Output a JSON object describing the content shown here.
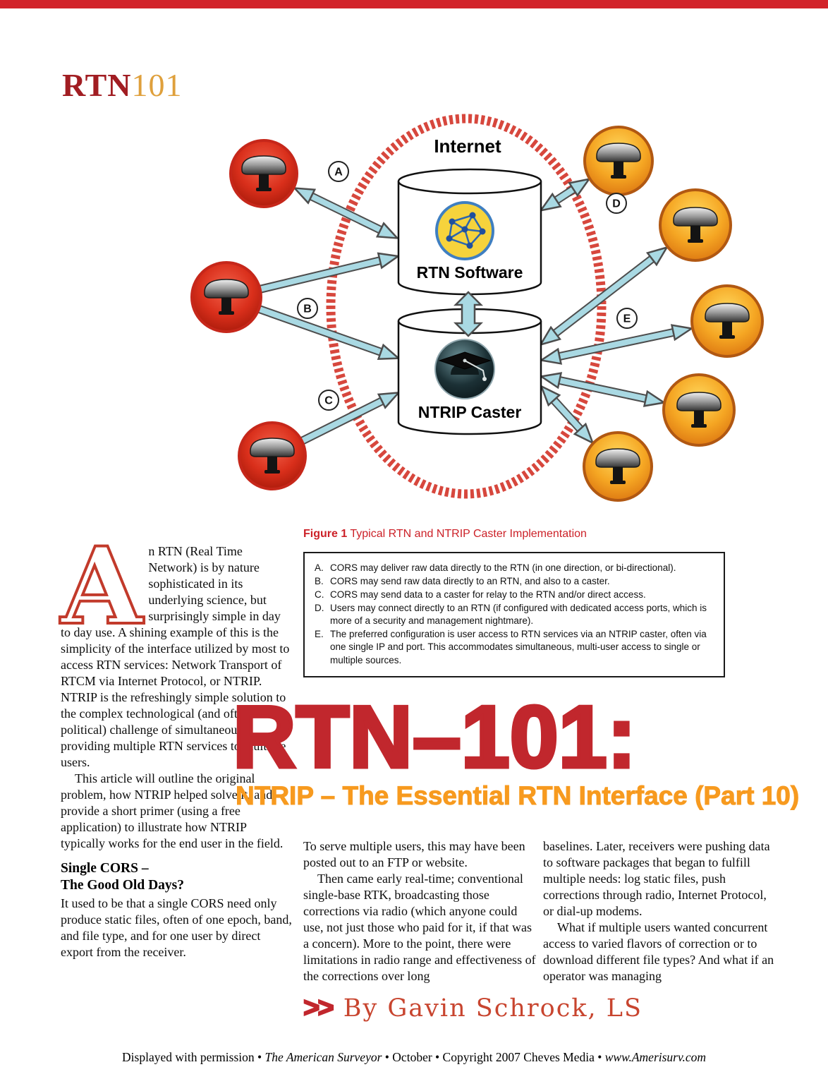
{
  "header": {
    "brand_rtn": "RTN",
    "brand_101": "101"
  },
  "colors": {
    "headline_red": "#c1272d",
    "subtitle_orange": "#f79a1f",
    "brand_maroon": "#a11d22",
    "brand_gold": "#dfa03c",
    "top_bar_red": "#d2232a",
    "figure_caption_red": "#cc2128",
    "arrow_blue": "#a9d9e3",
    "ring_red": "#d7473d"
  },
  "diagram": {
    "internet_label": "Internet",
    "rtn_software_label": "RTN Software",
    "ntrip_caster_label": "NTRIP Caster",
    "badges": [
      "A",
      "B",
      "C",
      "D",
      "E"
    ],
    "icons": {
      "rtn_software": "network-globe-icon",
      "ntrip_caster": "graduation-cap-icon",
      "left_nodes": "gnss-antenna-red-icon",
      "right_nodes": "gnss-antenna-orange-icon"
    }
  },
  "figure": {
    "label": "Figure 1",
    "caption": "Typical RTN and NTRIP Caster Implementation"
  },
  "legend": {
    "items": [
      {
        "key": "A.",
        "text": "CORS may deliver raw data directly to the RTN (in one direction, or bi-directional)."
      },
      {
        "key": "B.",
        "text": "CORS may send raw data directly to an RTN, and also to a caster."
      },
      {
        "key": "C.",
        "text": "CORS may send data to a caster for relay to the RTN and/or direct access."
      },
      {
        "key": "D.",
        "text": "Users may connect directly to an RTN (if configured with dedicated access ports, which is more of a security and management nightmare)."
      },
      {
        "key": "E.",
        "text": "The preferred configuration is user access to RTN services via an NTRIP caster, often via one single IP and port. This accommodates simultaneous, multi-user access to single or multiple sources."
      }
    ]
  },
  "article": {
    "dropcap": "A",
    "left_col": {
      "p1": "n RTN (Real Time Network) is by nature sophisticated in its underlying science, but surprisingly simple in day to day use. A shining example of this is the simplicity of the interface utilized by most to access RTN services: Network Transport of RTCM via Internet Protocol, or NTRIP. NTRIP is the refreshingly simple solution to the complex technological (and often political) challenge of simultaneously providing multiple RTN services to multiple users.",
      "p2": "This article will outline the original problem, how NTRIP helped solve it, and provide a short primer (using a free application) to illustrate how NTRIP typically works for the end user in the field.",
      "heading_line1": "Single CORS –",
      "heading_line2": "The Good Old Days?",
      "p3": "It used to be that a single CORS need only produce static files, often of one epoch, band, and file type, and for one user by direct export from the receiver."
    },
    "mid_col": {
      "p1": "To serve multiple users, this may have been posted out to an FTP or website.",
      "p2": "Then came early real-time; conventional single-base RTK, broadcasting those corrections via radio (which anyone could use, not just those who paid for it, if that was a concern). More to the point, there were limitations in radio range and effectiveness of the corrections over long"
    },
    "right_col": {
      "p1": "baselines. Later, receivers were pushing data to software packages that began to fulfill multiple needs: log static files, push corrections through radio, Internet Protocol, or dial-up modems.",
      "p2": "What if multiple users wanted concurrent access to varied flavors of correction or to download different file types? And what if an operator was managing"
    }
  },
  "title": {
    "main": "RTN–101:",
    "subtitle": "NTRIP – The Essential RTN Interface (Part 10)"
  },
  "byline": {
    "arrows": ">>",
    "text": "By Gavin Schrock, LS"
  },
  "footer": {
    "part1": "Displayed with permission • ",
    "magazine": "The American Surveyor",
    "part2": " • October • Copyright 2007 Cheves Media • ",
    "website": "www.Amerisurv.com"
  }
}
